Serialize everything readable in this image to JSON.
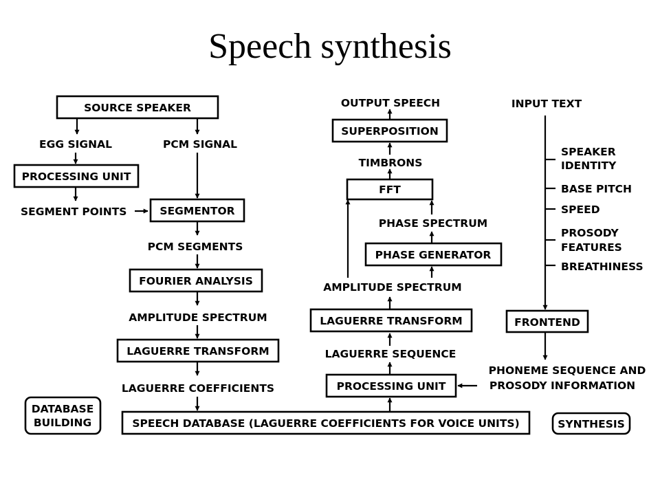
{
  "title": "Speech synthesis",
  "database_building": {
    "label": "DATABASE BUILDING",
    "line1": "DATABASE",
    "line2": "BUILDING",
    "source_speaker": "SOURCE SPEAKER",
    "egg_signal": "EGG SIGNAL",
    "pcm_signal": "PCM SIGNAL",
    "processing_unit": "PROCESSING UNIT",
    "segment_points": "SEGMENT POINTS",
    "segmentor": "SEGMENTOR",
    "pcm_segments": "PCM SEGMENTS",
    "fourier_analysis": "FOURIER ANALYSIS",
    "amplitude_spectrum": "AMPLITUDE SPECTRUM",
    "laguerre_transform": "LAGUERRE TRANSFORM",
    "laguerre_coefficients": "LAGUERRE COEFFICIENTS"
  },
  "speech_database": "SPEECH DATABASE (LAGUERRE COEFFICIENTS FOR VOICE UNITS)",
  "synthesis": {
    "label": "SYNTHESIS",
    "output_speech": "OUTPUT SPEECH",
    "superposition": "SUPERPOSITION",
    "timbrons": "TIMBRONS",
    "fft": "FFT",
    "phase_spectrum": "PHASE  SPECTRUM",
    "phase_generator": "PHASE GENERATOR",
    "amplitude_spectrum": "AMPLITUDE SPECTRUM",
    "laguerre_transform": "LAGUERRE TRANSFORM",
    "laguerre_sequence": "LAGUERRE SEQUENCE",
    "processing_unit": "PROCESSING UNIT"
  },
  "frontend": {
    "input_text": "INPUT TEXT",
    "speaker_identity_1": "SPEAKER",
    "speaker_identity_2": "IDENTITY",
    "base_pitch": "BASE PITCH",
    "speed": "SPEED",
    "prosody_features_1": "PROSODY",
    "prosody_features_2": "FEATURES",
    "breathiness": "BREATHINESS",
    "frontend": "FRONTEND",
    "phoneme_line1": "PHONEME SEQUENCE AND",
    "phoneme_line2": "PROSODY INFORMATION"
  }
}
